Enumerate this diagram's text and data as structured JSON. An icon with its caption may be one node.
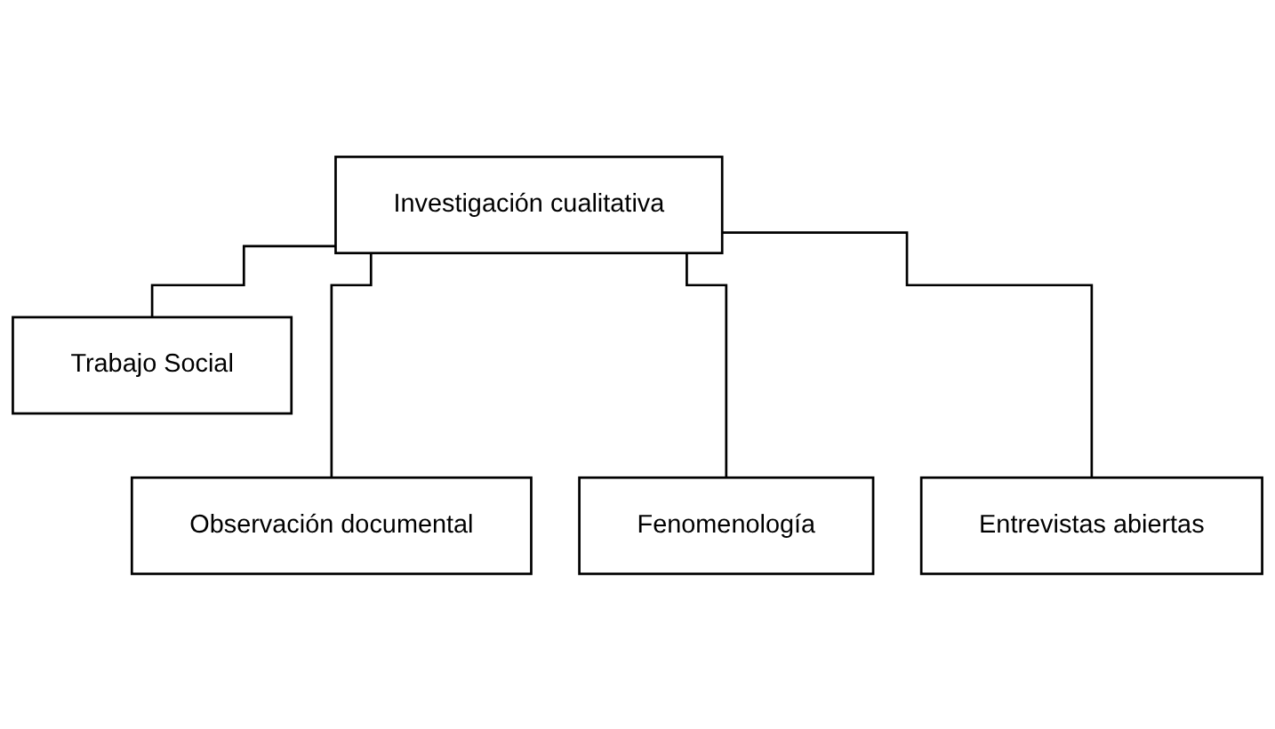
{
  "diagram": {
    "nodes": [
      {
        "text": [
          "Investigación cualitativa"
        ]
      },
      {
        "text": [
          "Trabajo Social"
        ]
      },
      {
        "text": [
          "Observación documental"
        ]
      },
      {
        "text": [
          "Fenomenología"
        ]
      },
      {
        "text": [
          "Entrevistas abiertas"
        ]
      }
    ],
    "edges": [
      {
        "from": 0,
        "to": 1,
        "arrow": "none"
      },
      {
        "from": 0,
        "to": 2,
        "arrow": "none"
      },
      {
        "from": 0,
        "to": 3,
        "arrow": "none"
      },
      {
        "from": 0,
        "to": 4,
        "arrow": "none"
      }
    ]
  }
}
